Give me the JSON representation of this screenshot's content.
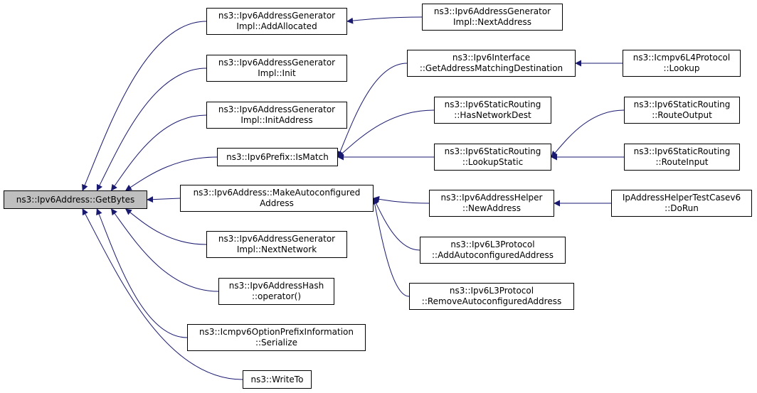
{
  "diagram": {
    "colors": {
      "edge": "#191970",
      "root_fill": "#bfbfbf",
      "node_fill": "#ffffff",
      "border": "#000000"
    },
    "nodes": [
      {
        "id": "getbytes",
        "lines": [
          "ns3::Ipv6Address::GetBytes"
        ],
        "root": true
      },
      {
        "id": "addallocated",
        "lines": [
          "ns3::Ipv6AddressGenerator",
          "Impl::AddAllocated"
        ]
      },
      {
        "id": "nextaddress",
        "lines": [
          "ns3::Ipv6AddressGenerator",
          "Impl::NextAddress"
        ]
      },
      {
        "id": "init",
        "lines": [
          "ns3::Ipv6AddressGenerator",
          "Impl::Init"
        ]
      },
      {
        "id": "initaddress",
        "lines": [
          "ns3::Ipv6AddressGenerator",
          "Impl::InitAddress"
        ]
      },
      {
        "id": "ismatch",
        "lines": [
          "ns3::Ipv6Prefix::IsMatch"
        ]
      },
      {
        "id": "getaddrmatch",
        "lines": [
          "ns3::Ipv6Interface",
          "::GetAddressMatchingDestination"
        ]
      },
      {
        "id": "icmpv6lookup",
        "lines": [
          "ns3::Icmpv6L4Protocol",
          "::Lookup"
        ]
      },
      {
        "id": "hasnetworkdest",
        "lines": [
          "ns3::Ipv6StaticRouting",
          "::HasNetworkDest"
        ]
      },
      {
        "id": "routeoutput",
        "lines": [
          "ns3::Ipv6StaticRouting",
          "::RouteOutput"
        ]
      },
      {
        "id": "lookupstatic",
        "lines": [
          "ns3::Ipv6StaticRouting",
          "::LookupStatic"
        ]
      },
      {
        "id": "routeinput",
        "lines": [
          "ns3::Ipv6StaticRouting",
          "::RouteInput"
        ]
      },
      {
        "id": "makeautoconf",
        "lines": [
          "ns3::Ipv6Address::MakeAutoconfigured",
          "Address"
        ]
      },
      {
        "id": "newaddress",
        "lines": [
          "ns3::Ipv6AddressHelper",
          "::NewAddress"
        ]
      },
      {
        "id": "dorun",
        "lines": [
          "IpAddressHelperTestCasev6",
          "::DoRun"
        ]
      },
      {
        "id": "nextnetwork",
        "lines": [
          "ns3::Ipv6AddressGenerator",
          "Impl::NextNetwork"
        ]
      },
      {
        "id": "addautoconf",
        "lines": [
          "ns3::Ipv6L3Protocol",
          "::AddAutoconfiguredAddress"
        ]
      },
      {
        "id": "hashop",
        "lines": [
          "ns3::Ipv6AddressHash",
          "::operator()"
        ]
      },
      {
        "id": "removeautoconf",
        "lines": [
          "ns3::Ipv6L3Protocol",
          "::RemoveAutoconfiguredAddress"
        ]
      },
      {
        "id": "serialize",
        "lines": [
          "ns3::Icmpv6OptionPrefixInformation",
          "::Serialize"
        ]
      },
      {
        "id": "writeto",
        "lines": [
          "ns3::WriteTo"
        ]
      }
    ],
    "edges": [
      {
        "from": "addallocated",
        "to": "getbytes"
      },
      {
        "from": "init",
        "to": "getbytes"
      },
      {
        "from": "initaddress",
        "to": "getbytes"
      },
      {
        "from": "ismatch",
        "to": "getbytes"
      },
      {
        "from": "makeautoconf",
        "to": "getbytes"
      },
      {
        "from": "nextnetwork",
        "to": "getbytes"
      },
      {
        "from": "hashop",
        "to": "getbytes"
      },
      {
        "from": "serialize",
        "to": "getbytes"
      },
      {
        "from": "writeto",
        "to": "getbytes"
      },
      {
        "from": "nextaddress",
        "to": "addallocated"
      },
      {
        "from": "getaddrmatch",
        "to": "ismatch"
      },
      {
        "from": "hasnetworkdest",
        "to": "ismatch"
      },
      {
        "from": "lookupstatic",
        "to": "ismatch"
      },
      {
        "from": "icmpv6lookup",
        "to": "getaddrmatch"
      },
      {
        "from": "routeoutput",
        "to": "lookupstatic"
      },
      {
        "from": "routeinput",
        "to": "lookupstatic"
      },
      {
        "from": "newaddress",
        "to": "makeautoconf"
      },
      {
        "from": "addautoconf",
        "to": "makeautoconf"
      },
      {
        "from": "removeautoconf",
        "to": "makeautoconf"
      },
      {
        "from": "dorun",
        "to": "newaddress"
      }
    ]
  }
}
